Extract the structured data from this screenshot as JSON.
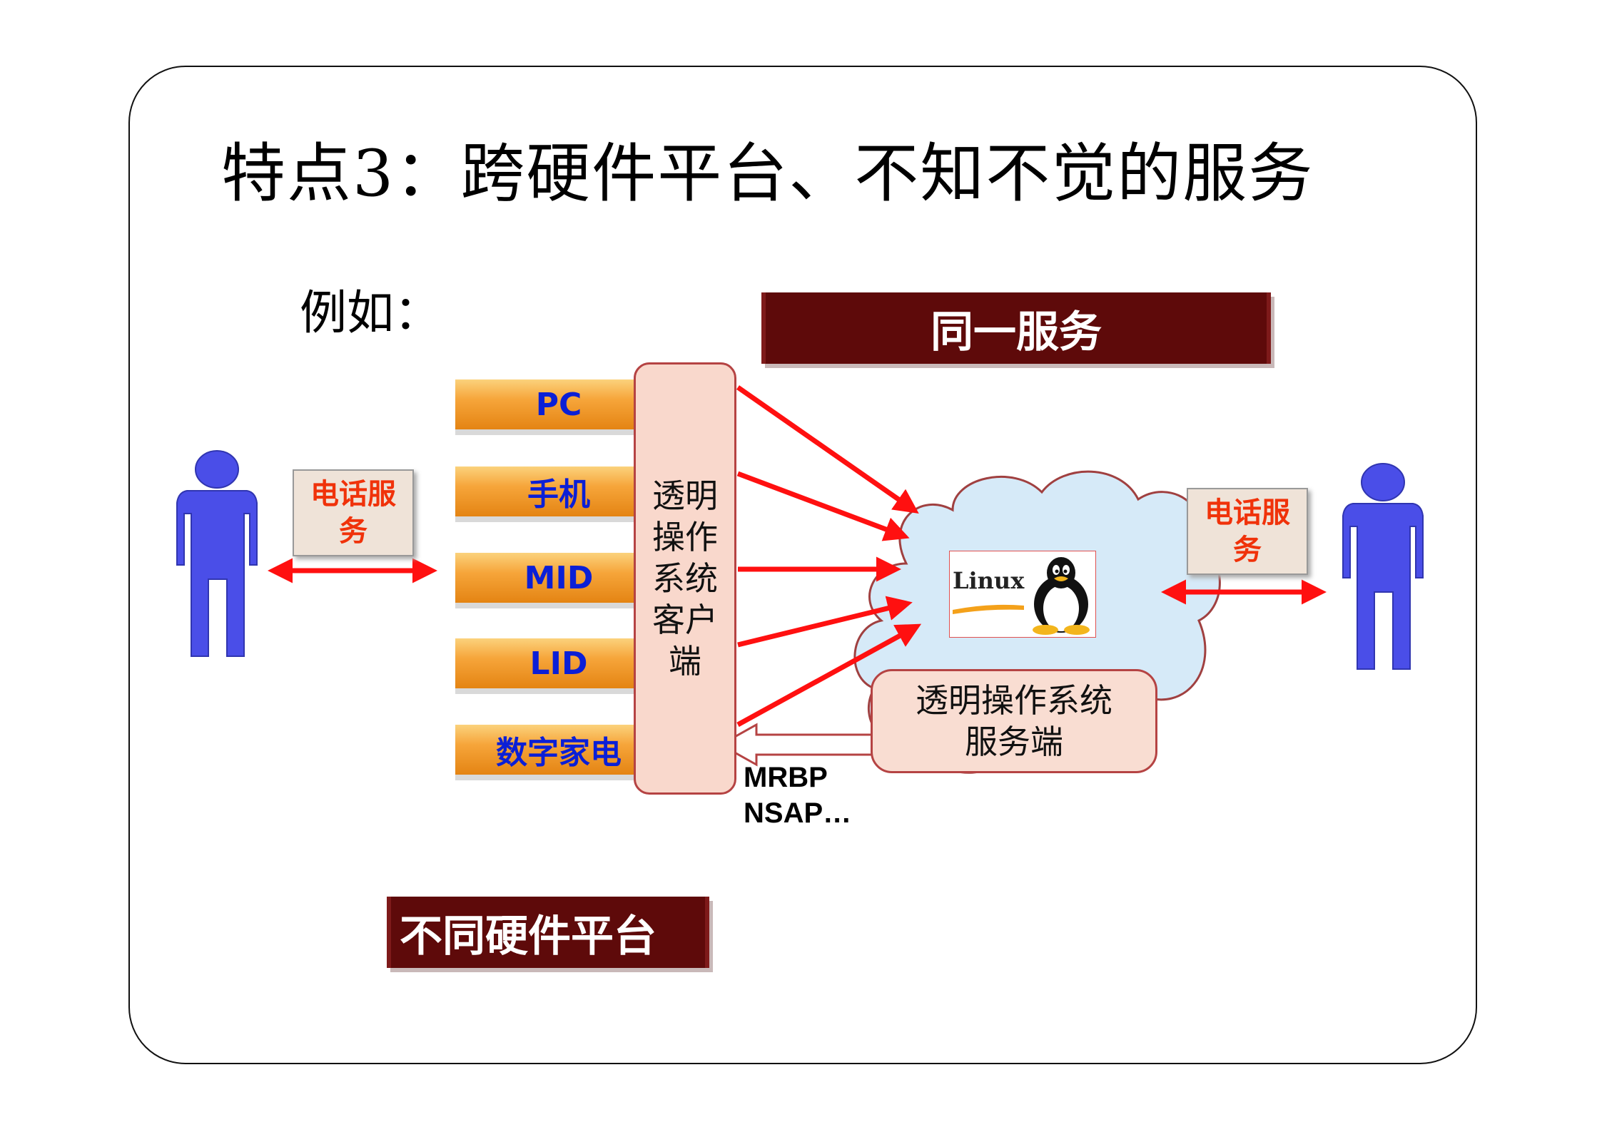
{
  "title": "特点3：跨硬件平台、不知不觉的服务",
  "example_label": "例如：",
  "banners": {
    "same_service": "同一服务",
    "different_hardware": "不同硬件平台"
  },
  "devices": [
    "PC",
    "手机",
    "MID",
    "LID",
    "数字家电"
  ],
  "client": {
    "label": "透明操作系统客户端"
  },
  "phone_service_left": "电话服务",
  "phone_service_right": "电话服务",
  "linux": {
    "logo_text": "Linux"
  },
  "server": {
    "line1": "透明操作系统",
    "line2": "服务端"
  },
  "protocols": {
    "line1": "MRBP",
    "line2": "NSAP…"
  },
  "colors": {
    "banner": "#5e0a0a",
    "device_orange": "#f6a53a",
    "device_text": "#0b1fd6",
    "arrow_red": "#ff1010",
    "cloud_fill": "#d6eaf8",
    "person_blue": "#4a4ee8",
    "phone_text": "#f0320a"
  },
  "icons": [
    "person-icon",
    "cloud-icon",
    "tux-penguin-icon",
    "arrow-icon"
  ]
}
